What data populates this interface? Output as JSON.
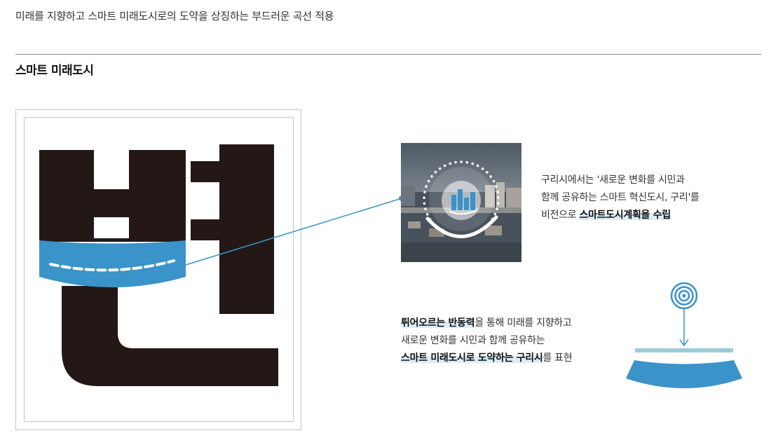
{
  "intro_text": "미래를 지향하고 스마트 미래도시로의 도약을 상징하는 부드러운 곡선 적용",
  "section_title": "스마트 미래도시",
  "logo_alt": "변",
  "description_1": {
    "line1": "구리시에서는 '새로운 변화를 시민과",
    "line2": "함께 공유하는 스마트 혁신도시, 구리'를",
    "line3_plain": "비전으로 ",
    "line3_highlight": "스마트도시계획을 수립"
  },
  "description_2": {
    "line1_highlight": "튀어오르는 반동력",
    "line1_plain": "을 통해 미래를 지향하고",
    "line2": "새로운 변화를 시민과 함께 공유하는",
    "line3_highlight": "스마트 미래도시로 도약하는 구리시",
    "line3_plain": "를 표현"
  },
  "colors": {
    "brand_blue": "#3a93c9",
    "dark": "#231815",
    "light_blue": "#9ccbd8",
    "highlight": "#dbeef7"
  },
  "icons": {
    "city_photo_icon": "city-bar-chart-icon",
    "target_icon": "concentric-circles-icon",
    "arrow_icon": "arrow-down-icon"
  }
}
